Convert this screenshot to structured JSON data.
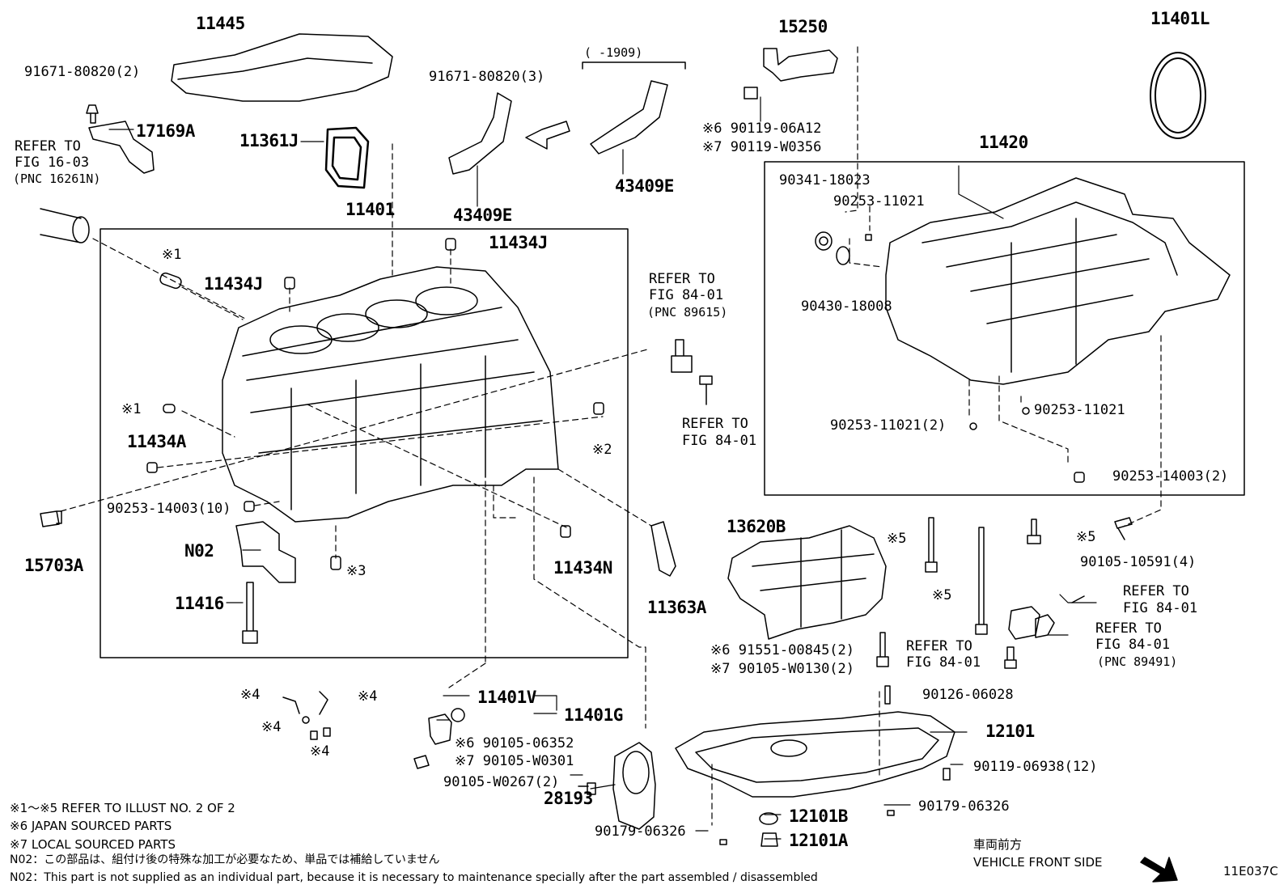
{
  "diagram": {
    "image_code": "11E037C",
    "parts": {
      "p11445": "11445",
      "p91671_2": "91671-80820(2)",
      "p17169A": "17169A",
      "p11361J": "11361J",
      "refer_16_03_a": "REFER TO",
      "refer_16_03_b": "FIG 16-03",
      "refer_16_03_c": "(PNC 16261N)",
      "p91671_3": "91671-80820(3)",
      "p1909": "(    -1909)",
      "p43409E_a": "43409E",
      "p43409E_b": "43409E",
      "p15250": "15250",
      "p90119_06A12": "※6 90119-06A12",
      "p90119_W0356": "※7 90119-W0356",
      "p11401L": "11401L",
      "p11420": "11420",
      "p11401": "11401",
      "p11434J_a": "11434J",
      "p11434J_b": "11434J",
      "mark1_a": "※1",
      "mark1_b": "※1",
      "p11434A": "11434A",
      "mark2": "※2",
      "mark3": "※3",
      "p90253_14003_10": "90253-14003(10)",
      "p15703A": "15703A",
      "pN02": "N02",
      "p11416": "11416",
      "p11434N": "11434N",
      "p11363A": "11363A",
      "refer_84_01_a1": "REFER TO",
      "refer_84_01_a2": "FIG 84-01",
      "refer_84_01_a3": "(PNC 89615)",
      "refer_84_01_b1": "REFER TO",
      "refer_84_01_b2": "FIG 84-01",
      "p90341": "90341-18023",
      "p90253_11021_a": "90253-11021",
      "p90430": "90430-18008",
      "p90253_11021_b": "90253-11021",
      "p90253_11021_2": "90253-11021(2)",
      "p90253_14003_2": "90253-14003(2)",
      "p13620B": "13620B",
      "mark5_a": "※5",
      "mark5_b": "※5",
      "mark5_c": "※5",
      "p90105_10591": "90105-10591(4)",
      "refer_84_01_c1": "REFER TO",
      "refer_84_01_c2": "FIG 84-01",
      "refer_84_01_d1": "REFER TO",
      "refer_84_01_d2": "FIG 84-01",
      "refer_84_01_d3": "(PNC 89491)",
      "refer_84_01_e1": "REFER TO",
      "refer_84_01_e2": "FIG 84-01",
      "p91551": "※6 91551-00845(2)",
      "p90105_W0130": "※7 90105-W0130(2)",
      "p90126": "90126-06028",
      "p12101": "12101",
      "p90119_06938": "90119-06938(12)",
      "p90179_06326_a": "90179-06326",
      "p90179_06326_b": "90179-06326",
      "p12101B": "12101B",
      "p12101A": "12101A",
      "mark4_a": "※4",
      "mark4_b": "※4",
      "mark4_c": "※4",
      "mark4_d": "※4",
      "p11401V": "11401V",
      "p11401G": "11401G",
      "p90105_06352": "※6 90105-06352",
      "p90105_W0301": "※7 90105-W0301",
      "p90105_W0267": "90105-W0267(2)",
      "p28193": "28193",
      "front_jp": "車両前方",
      "front_en": "VEHICLE FRONT SIDE"
    },
    "notes": [
      "※1～※5  REFER TO ILLUST NO. 2 OF 2",
      "※6 JAPAN SOURCED PARTS",
      "※7 LOCAL SOURCED PARTS",
      "N02：この部品は、組付け後の特殊な加工が必要なため、単品では補給していません",
      "N02：This part is not supplied as an individual part, because it is necessary to maintenance specially after the part assembled / disassembled"
    ]
  }
}
